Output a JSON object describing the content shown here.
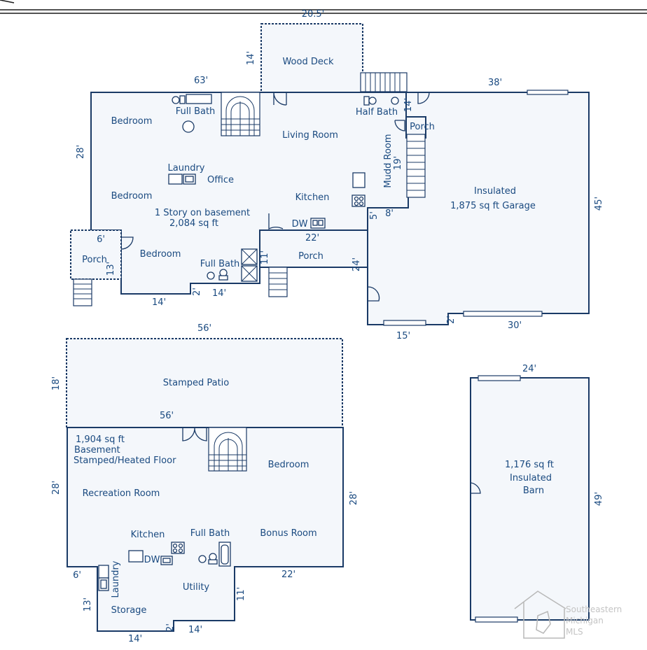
{
  "labels": {
    "wood_deck": "Wood Deck",
    "bedroom_1": "Bedroom",
    "full_bath_1": "Full Bath",
    "living_room": "Living Room",
    "half_bath": "Half Bath",
    "porch_small_1": "Porch",
    "mudd_room": "Mudd Room",
    "laundry_main": "Laundry",
    "office": "Office",
    "bedroom_2": "Bedroom",
    "kitchen_main": "Kitchen",
    "story_line1": "1 Story on basement",
    "story_line2": "2,084 sq ft",
    "dw_main": "DW",
    "porch_left": "Porch",
    "bedroom_3": "Bedroom",
    "full_bath_2": "Full Bath",
    "porch_mid": "Porch",
    "garage_line1": "Insulated",
    "garage_line2": "1,875 sq ft Garage",
    "stamped_patio": "Stamped Patio",
    "basement_line1": "1,904 sq ft",
    "basement_line2": "Basement",
    "basement_line3": "Stamped/Heated Floor",
    "bedroom_basement": "Bedroom",
    "recreation_room": "Recreation Room",
    "kitchen_basement": "Kitchen",
    "full_bath_basement": "Full Bath",
    "bonus_room": "Bonus Room",
    "dw_basement": "DW",
    "laundry_basement": "Laundry",
    "utility": "Utility",
    "storage": "Storage",
    "barn_line1": "1,176 sq ft",
    "barn_line2": "Insulated",
    "barn_line3": "Barn"
  },
  "dimensions": {
    "d_20_5": "20.5'",
    "d_14_deck": "14'",
    "d_63": "63'",
    "d_38": "38'",
    "d_28_left": "28'",
    "d_14_half": "14'",
    "d_19": "19'",
    "d_45": "45'",
    "d_5": "5'",
    "d_8": "8'",
    "d_6_porch": "6'",
    "d_13_porch": "13'",
    "d_22_top": "22'",
    "d_11": "11'",
    "d_24": "24'",
    "d_2_bath": "2'",
    "d_14_bath": "14'",
    "d_14_bottom": "14'",
    "d_2_garage": "2'",
    "d_30": "30'",
    "d_15": "15'",
    "d_56_top": "56'",
    "d_18": "18'",
    "d_56_bottom": "56'",
    "d_28_base_left": "28'",
    "d_28_base_right": "28'",
    "d_6_base": "6'",
    "d_22_base": "22'",
    "d_13_base": "13'",
    "d_11_base": "11'",
    "d_14_base_left": "14'",
    "d_2_base": "2'",
    "d_14_base_right": "14'",
    "d_24_barn": "24'",
    "d_49": "49'"
  },
  "watermark": {
    "line1": "Southeastern",
    "line2": "Michigan",
    "line3": "MLS"
  },
  "colors": {
    "wall": "#1a3a66",
    "floor": "#f4f7fb",
    "text": "#1a4a80"
  }
}
